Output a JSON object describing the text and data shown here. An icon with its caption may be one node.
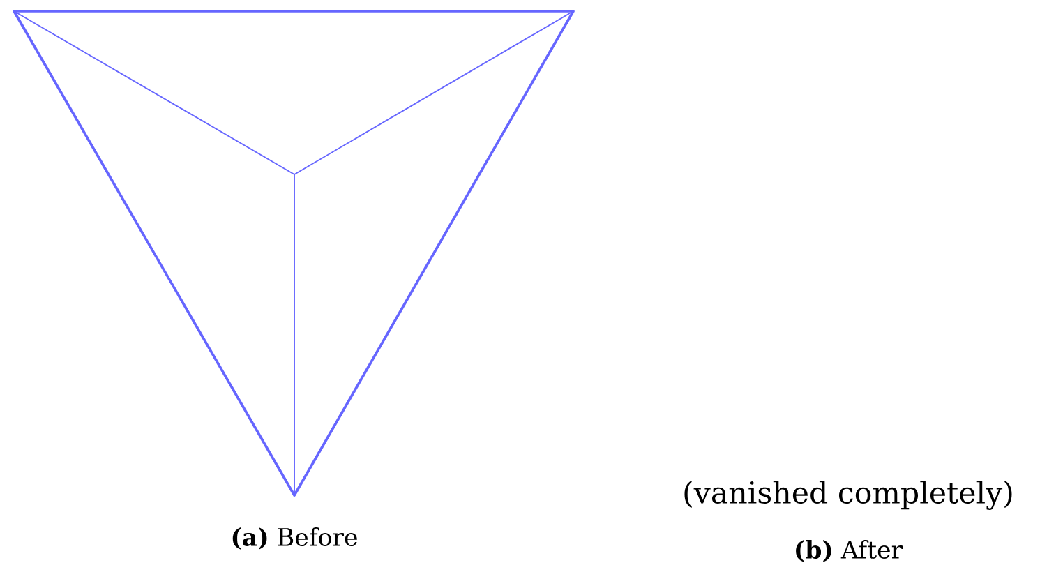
{
  "diagram": {
    "labels": [
      "**(a)** Before",
      "(vanished completely)",
      "**(b)** After"
    ]
  }
}
